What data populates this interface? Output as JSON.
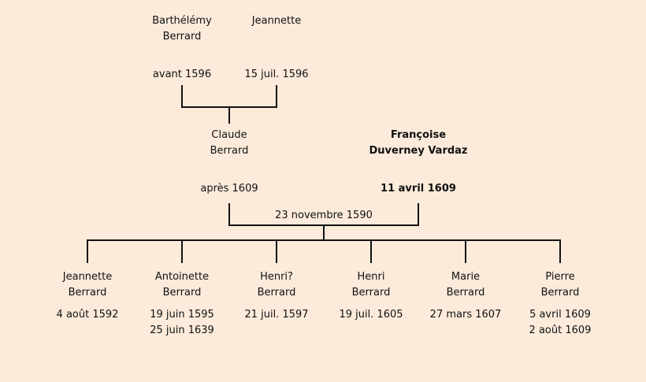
{
  "grandparents": {
    "father": {
      "first": "Barthélémy",
      "last": "Berrard",
      "date": "avant 1596"
    },
    "mother": {
      "first": "Jeannette",
      "last": "",
      "date": "15 juil. 1596"
    }
  },
  "parents": {
    "father": {
      "first": "Claude",
      "last": "Berrard",
      "date": "après 1609"
    },
    "mother": {
      "first": "Françoise",
      "last": "Duverney Vardaz",
      "date": "11 avril 1609"
    },
    "marriage": "23 novembre 1590"
  },
  "children": [
    {
      "first": "Jeannette",
      "last": "Berrard",
      "birth": "4 août 1592",
      "death": ""
    },
    {
      "first": "Antoinette",
      "last": "Berrard",
      "birth": "19 juin 1595",
      "death": "25 juin 1639"
    },
    {
      "first": "Henri?",
      "last": "Berrard",
      "birth": "21 juil. 1597",
      "death": ""
    },
    {
      "first": "Henri",
      "last": "Berrard",
      "birth": "19 juil. 1605",
      "death": ""
    },
    {
      "first": "Marie",
      "last": "Berrard",
      "birth": "27 mars 1607",
      "death": ""
    },
    {
      "first": "Pierre",
      "last": "Berrard",
      "birth": "5 avril 1609",
      "death": "2 août 1609"
    }
  ]
}
